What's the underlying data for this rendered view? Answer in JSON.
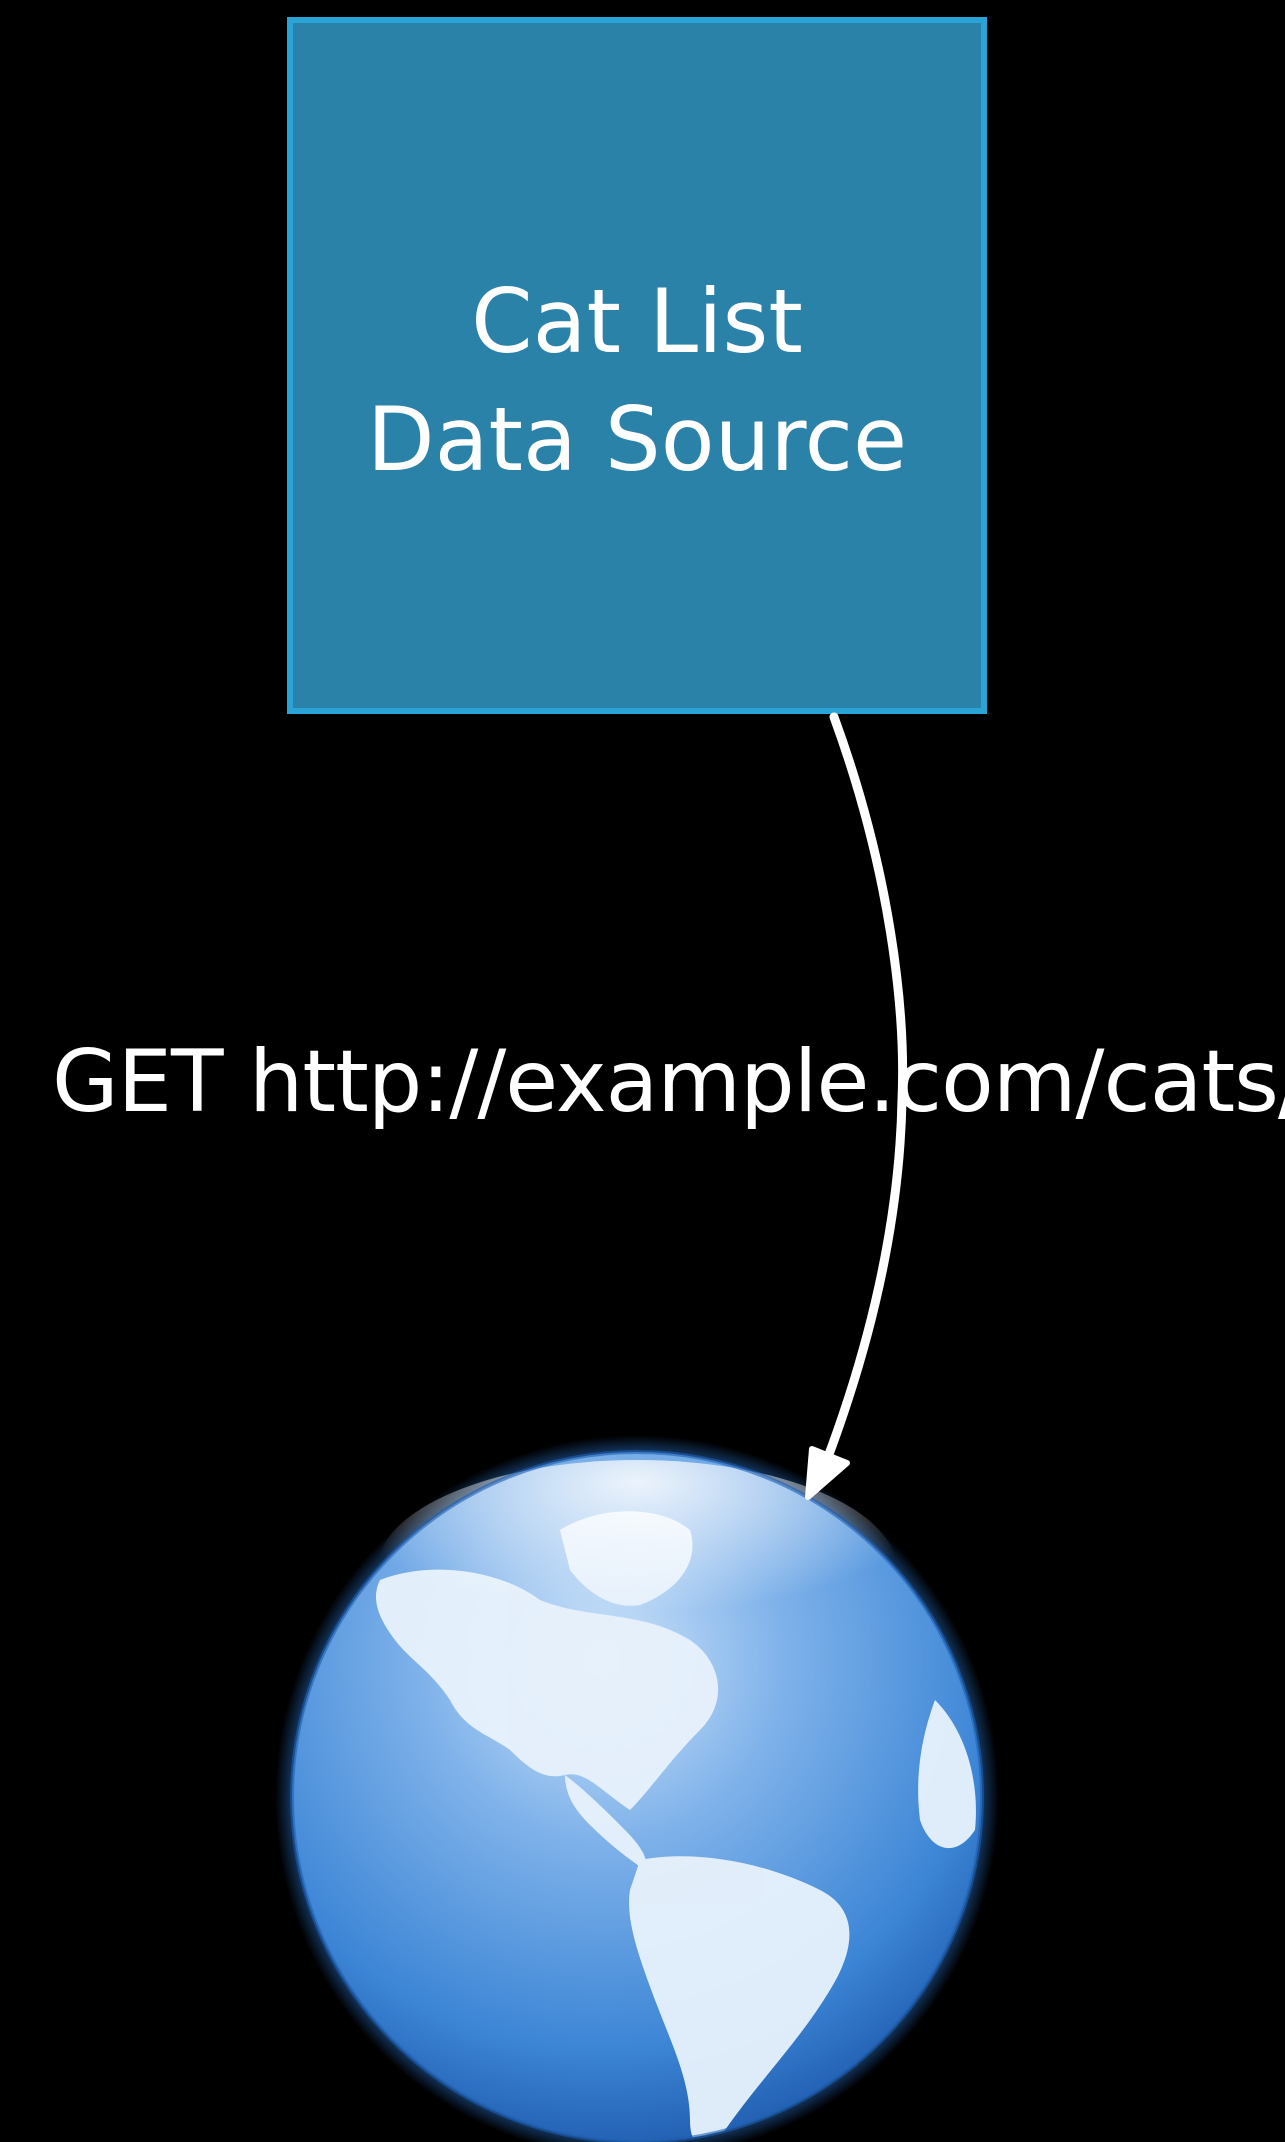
{
  "source": {
    "line1": "Cat List",
    "line2": "Data Source"
  },
  "request": {
    "label": "GET http://example.com/cats/"
  },
  "colors": {
    "background": "#000000",
    "box_fill": "#2a82a9",
    "box_border": "#2aa3d6",
    "text": "#ffffff",
    "arrow": "#ffffff",
    "globe_ocean": "#3d86d6",
    "globe_land": "#e8f2fc"
  },
  "icons": {
    "destination": "globe-icon",
    "connector": "arrow-down-icon"
  }
}
